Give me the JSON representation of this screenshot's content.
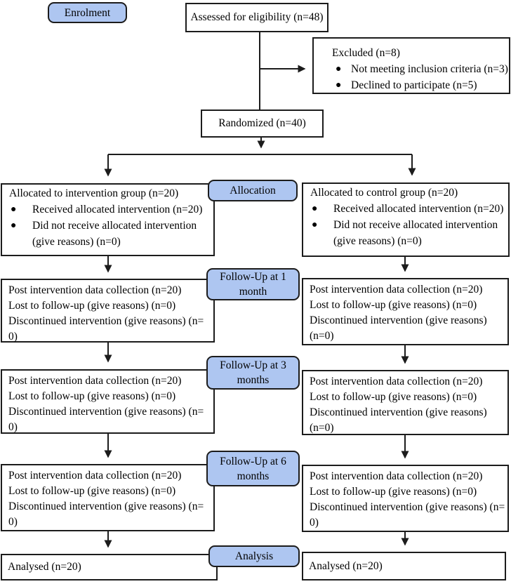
{
  "colors": {
    "stage_fill": "#aec6f1",
    "line": "#1c1c1c"
  },
  "glyphs": {
    "bullet": "●"
  },
  "stages": {
    "enrolment": {
      "label": "Enrolment"
    },
    "allocation": {
      "label": "Allocation"
    },
    "followup_1": {
      "label": "Follow-Up at 1 month"
    },
    "followup_3": {
      "label": "Follow-Up at 3 months"
    },
    "followup_6": {
      "label": "Follow-Up at 6 months"
    },
    "analysis": {
      "label": "Analysis"
    }
  },
  "boxes": {
    "assessed": {
      "text": "Assessed for eligibility (n=48)"
    },
    "excluded": {
      "title": "Excluded (n=8)",
      "bullets": [
        {
          "lines": [
            "Not meeting inclusion criteria (n=3)"
          ]
        },
        {
          "lines": [
            "Declined to participate (n=5)"
          ]
        }
      ]
    },
    "randomized": {
      "text": "Randomized (n=40)"
    },
    "allocation_left": {
      "title": "Allocated to intervention group (n=20)",
      "bullets": [
        {
          "lines": [
            "Received allocated intervention (n=20)"
          ]
        },
        {
          "lines": [
            "Did not receive allocated intervention",
            "(give reasons) (n=0)"
          ]
        }
      ]
    },
    "allocation_right": {
      "title": "Allocated to control group (n=20)",
      "bullets": [
        {
          "lines": [
            "Received allocated intervention (n=20)"
          ]
        },
        {
          "lines": [
            "Did not receive allocated intervention",
            "(give reasons) (n=0)"
          ]
        }
      ]
    },
    "followup1_left": {
      "lines": [
        "Post intervention data collection (n=20)",
        "Lost to follow-up (give reasons) (n=0)",
        "Discontinued intervention (give reasons) (n=",
        "0)"
      ]
    },
    "followup1_right": {
      "lines": [
        "Post intervention data collection (n=20)",
        "Lost to follow-up (give reasons) (n=0)",
        "Discontinued intervention (give reasons)",
        "(n=0)"
      ]
    },
    "followup3_left": {
      "lines": [
        "Post intervention data collection (n=20)",
        "Lost to follow-up (give reasons) (n=0)",
        "Discontinued intervention (give reasons) (n=",
        "0)"
      ]
    },
    "followup3_right": {
      "lines": [
        "Post intervention data collection (n=20)",
        "Lost to follow-up (give reasons) (n=0)",
        "Discontinued intervention (give reasons)",
        "(n=0)"
      ]
    },
    "followup6_left": {
      "lines": [
        "Post intervention data collection (n=20)",
        "Lost to follow-up (give reasons) (n=0)",
        "Discontinued intervention (give reasons) (n=",
        "0)"
      ]
    },
    "followup6_right": {
      "lines": [
        "Post intervention data collection (n=20)",
        "Lost to follow-up (give reasons) (n=0)",
        "Discontinued intervention (give reasons) (n=",
        "0)"
      ]
    },
    "analysed_left": {
      "text": "Analysed (n=20)"
    },
    "analysed_right": {
      "text": "Analysed (n=20)"
    }
  }
}
